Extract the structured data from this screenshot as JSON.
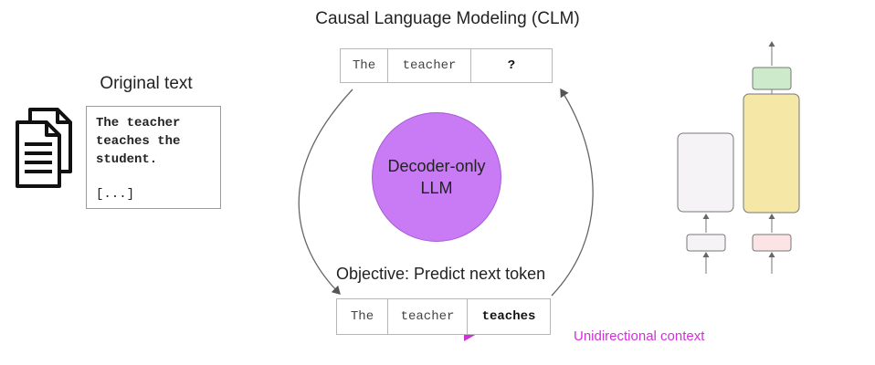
{
  "title": "Causal Language Modeling (CLM)",
  "original_text": {
    "label": "Original text",
    "lines": [
      "The teacher",
      "teaches the",
      "student."
    ],
    "ellipsis": "[...]",
    "icon": "document-stack-icon"
  },
  "input_tokens": [
    "The",
    "teacher",
    "?"
  ],
  "model_label_line1": "Decoder-only",
  "model_label_line2": "LLM",
  "objective": "Objective: Predict next token",
  "output_tokens": [
    "The",
    "teacher",
    "teaches"
  ],
  "context_label": "Unidirectional context",
  "colors": {
    "circle": "#c97bf5",
    "context_arrow": "#d030d8",
    "decoder_block": "#f5e7a6",
    "output_block": "#cdeacb",
    "input_block_right": "#fbe3e6",
    "input_block_left": "#f6f3f7"
  }
}
